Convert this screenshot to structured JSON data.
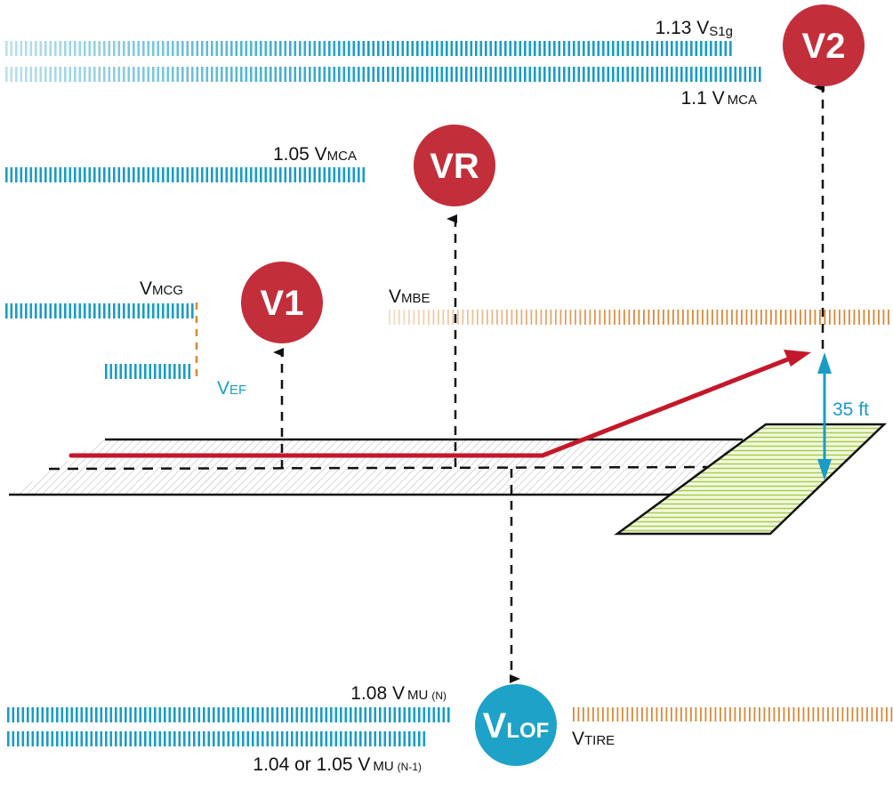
{
  "colors": {
    "speed_red": "#c22e3a",
    "liftoff_blue": "#1ea2c8",
    "limit_blue": "#1a9cc4",
    "limit_orange": "#d9883a",
    "runway_hatch": "#bdbdbd",
    "clearway_green": "#c9e27d",
    "flight_path": "#c4182a",
    "ink": "#111111"
  },
  "badges": {
    "v1": "V1",
    "vr": "VR",
    "v2": "V2",
    "vlof_main": "V",
    "vlof_sub": "LOF"
  },
  "limits": {
    "s1g": {
      "prefix": "1.13 V",
      "sub": "S1g"
    },
    "mca_110": {
      "prefix": "1.1 V",
      "sub": "MCA"
    },
    "mca_105": {
      "prefix": "1.05 V",
      "sub": "MCA"
    },
    "mcg": {
      "prefix": "V",
      "sub": "MCG"
    },
    "ef": {
      "prefix": "V",
      "sub": "EF"
    },
    "mbe": {
      "prefix": "V",
      "sub": "MBE"
    },
    "mu_n": {
      "prefix": "1.08 V",
      "sub": "MU",
      "suffix": "(N)"
    },
    "mu_n1": {
      "prefix": "1.04 or 1.05 V",
      "sub": "MU",
      "suffix": "(N-1)"
    },
    "tire": {
      "prefix": "V",
      "sub": "TIRE"
    }
  },
  "screen_height": {
    "value": "35 ft"
  }
}
